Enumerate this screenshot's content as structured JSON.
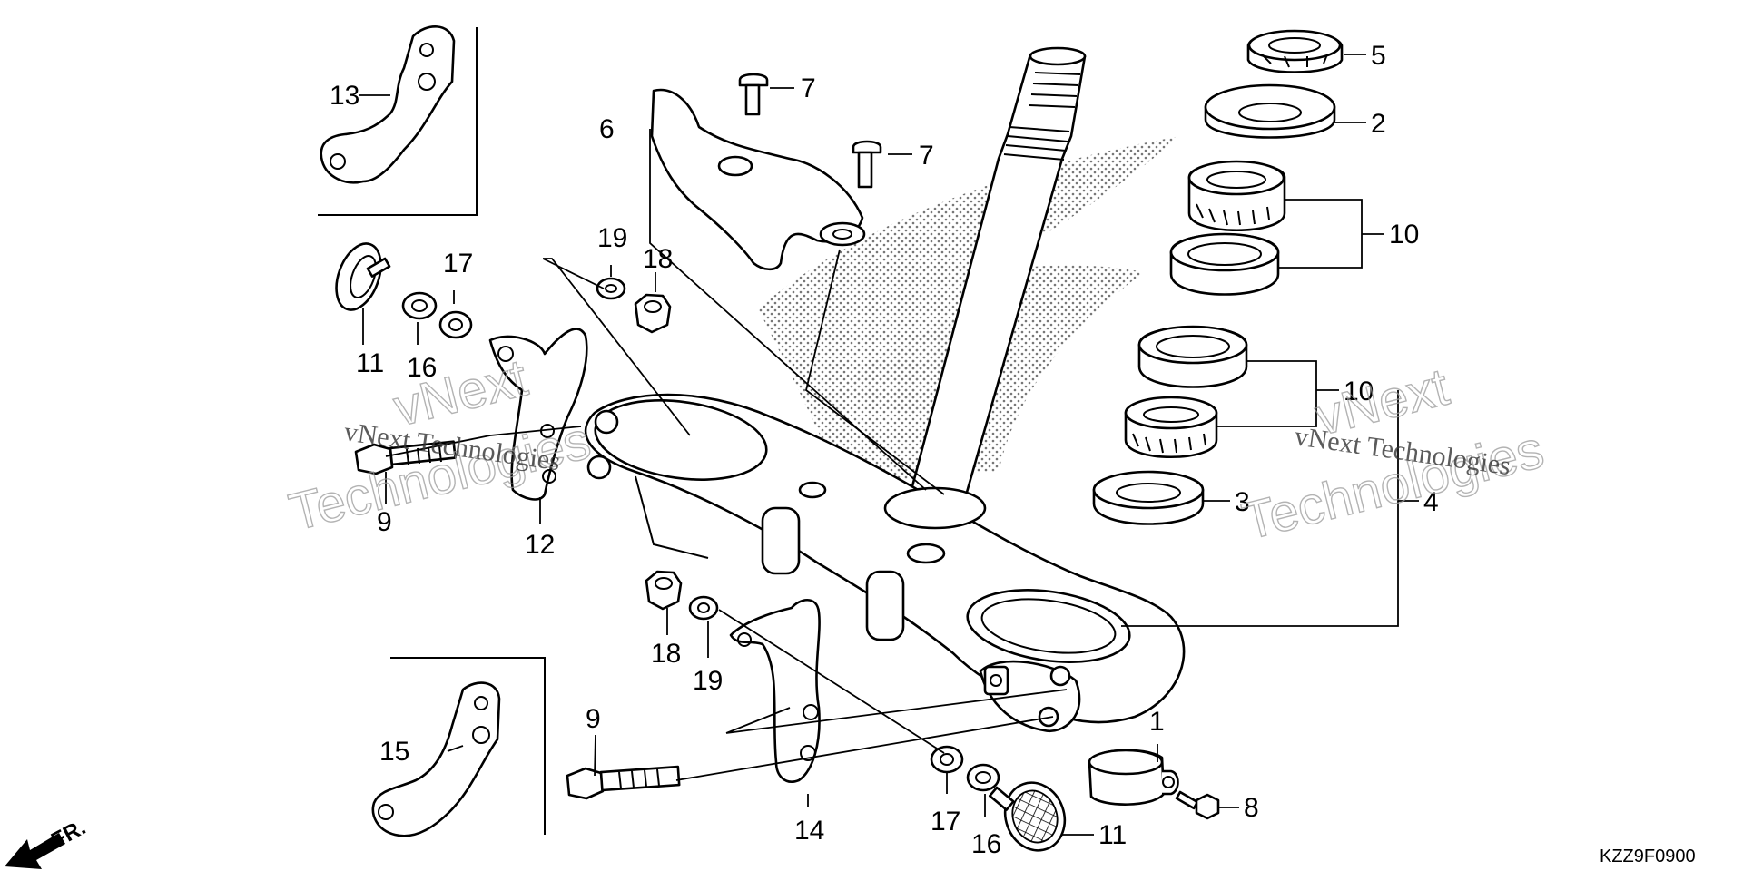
{
  "diagram": {
    "code": "KZZ9F0900",
    "direction_label": "FR.",
    "labels": {
      "l1": "1",
      "l2": "2",
      "l3": "3",
      "l4": "4",
      "l5": "5",
      "l6": "6",
      "l7a": "7",
      "l7b": "7",
      "l8": "8",
      "l9a": "9",
      "l9b": "9",
      "l10a": "10",
      "l10b": "10",
      "l11a": "11",
      "l11b": "11",
      "l12": "12",
      "l13": "13",
      "l14": "14",
      "l15": "15",
      "l16a": "16",
      "l16b": "16",
      "l17a": "17",
      "l17b": "17",
      "l18a": "18",
      "l18b": "18",
      "l19a": "19",
      "l19b": "19"
    },
    "watermarks": {
      "w1": "vNext",
      "w2": "Technologies",
      "w3": "vNext Technologies",
      "w4": "vNext",
      "w5": "Technologies",
      "w6": "vNext Technologies"
    }
  }
}
